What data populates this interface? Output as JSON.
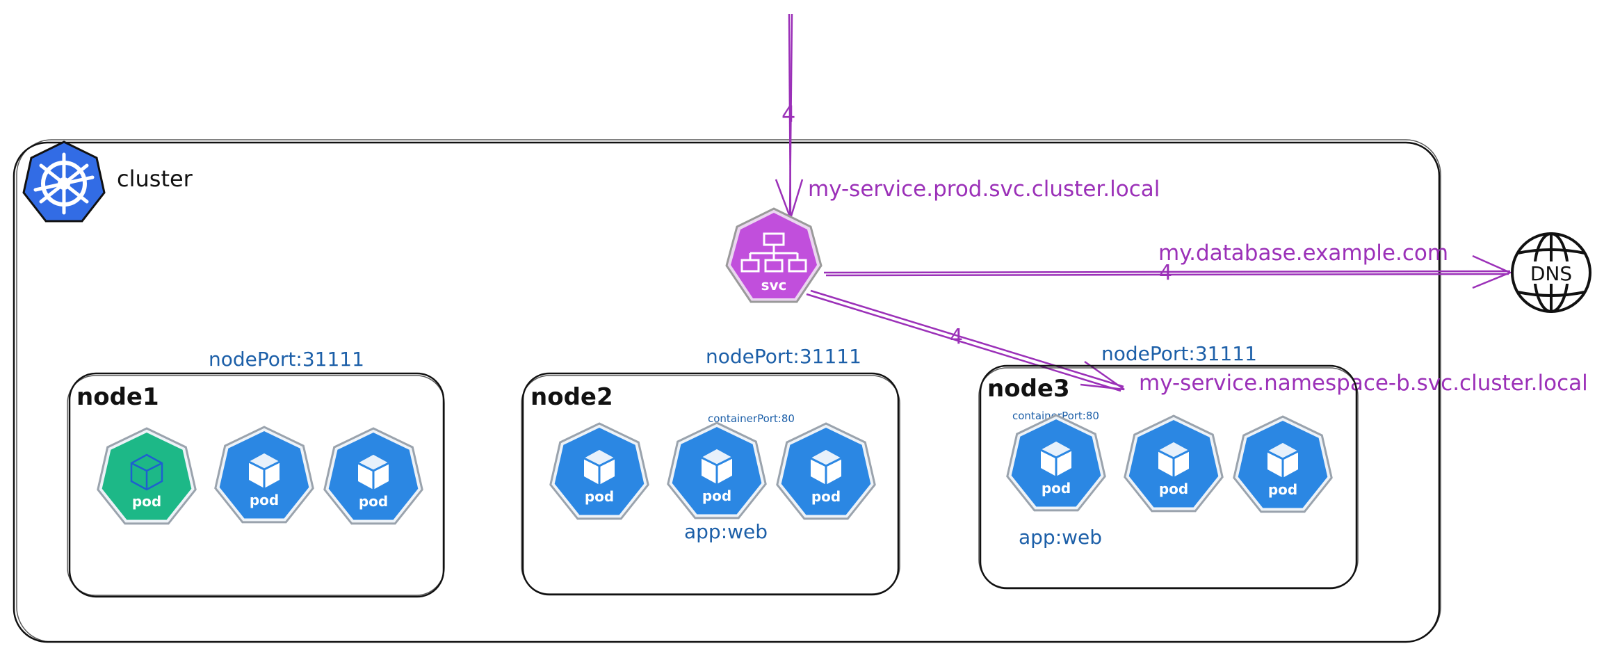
{
  "colors": {
    "pod_blue": "#2b87e3",
    "pod_green": "#1db887",
    "service_purple": "#c14fdc",
    "arrow_purple": "#9b30b8",
    "label_blue": "#1c5fa8",
    "k8s_blue": "#326ce5",
    "outline": "#111111"
  },
  "cluster": {
    "label": "cluster",
    "icon": "kubernetes-helm-icon"
  },
  "ingress": {
    "weight": "4",
    "dns_name": "my-service.prod.svc.cluster.local"
  },
  "service": {
    "label": "svc",
    "icon": "network-hierarchy-icon"
  },
  "external": {
    "host": "my.database.example.com",
    "weight": "4",
    "dns_label": "DNS",
    "icon": "globe-icon"
  },
  "cross_namespace": {
    "weight": "4",
    "dns_name": "my-service.namespace-b.svc.cluster.local"
  },
  "nodes": [
    {
      "name": "node1",
      "node_port": "nodePort:31111",
      "pods": [
        {
          "label": "pod",
          "color": "#1db887",
          "icon": "cube-outline-icon"
        },
        {
          "label": "pod",
          "color": "#2b87e3",
          "icon": "cube-icon"
        },
        {
          "label": "pod",
          "color": "#2b87e3",
          "icon": "cube-icon"
        }
      ]
    },
    {
      "name": "node2",
      "node_port": "nodePort:31111",
      "container_port": "containerPort:80",
      "app_label": "app:web",
      "pods": [
        {
          "label": "pod",
          "color": "#2b87e3",
          "icon": "cube-icon"
        },
        {
          "label": "pod",
          "color": "#2b87e3",
          "icon": "cube-icon"
        },
        {
          "label": "pod",
          "color": "#2b87e3",
          "icon": "cube-icon"
        }
      ]
    },
    {
      "name": "node3",
      "node_port": "nodePort:31111",
      "container_port": "containerPort:80",
      "app_label": "app:web",
      "pods": [
        {
          "label": "pod",
          "color": "#2b87e3",
          "icon": "cube-icon"
        },
        {
          "label": "pod",
          "color": "#2b87e3",
          "icon": "cube-icon"
        },
        {
          "label": "pod",
          "color": "#2b87e3",
          "icon": "cube-icon"
        }
      ]
    }
  ]
}
